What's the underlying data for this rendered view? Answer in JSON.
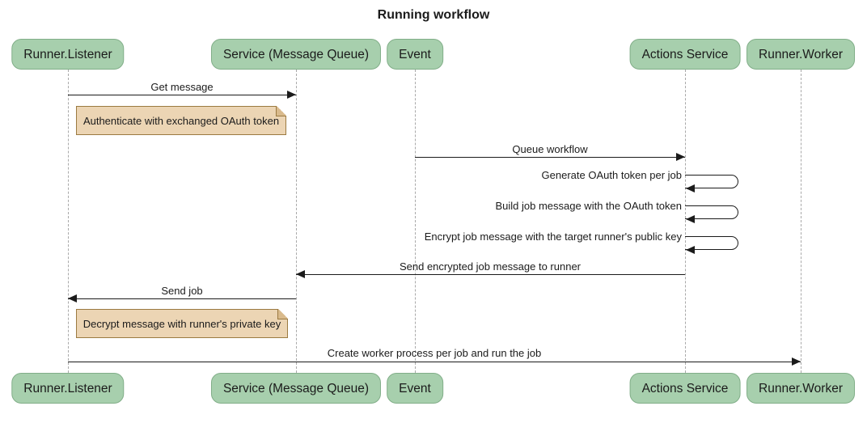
{
  "title": "Running workflow",
  "participants": [
    {
      "id": "runner-listener",
      "label": "Runner.Listener"
    },
    {
      "id": "service-message-queue",
      "label": "Service (Message Queue)"
    },
    {
      "id": "event",
      "label": "Event"
    },
    {
      "id": "actions-service",
      "label": "Actions Service"
    },
    {
      "id": "runner-worker",
      "label": "Runner.Worker"
    }
  ],
  "messages": [
    {
      "from": "Runner.Listener",
      "to": "Service (Message Queue)",
      "text": "Get message",
      "kind": "arrow-right"
    },
    {
      "from": "Event",
      "to": "Actions Service",
      "text": "Queue workflow",
      "kind": "arrow-right"
    },
    {
      "from": "Actions Service",
      "to": "Actions Service",
      "text": "Generate OAuth token per job",
      "kind": "self"
    },
    {
      "from": "Actions Service",
      "to": "Actions Service",
      "text": "Build job message with the OAuth token",
      "kind": "self"
    },
    {
      "from": "Actions Service",
      "to": "Actions Service",
      "text": "Encrypt job message with the target runner's public key",
      "kind": "self"
    },
    {
      "from": "Actions Service",
      "to": "Service (Message Queue)",
      "text": "Send encrypted job message to runner",
      "kind": "arrow-left"
    },
    {
      "from": "Service (Message Queue)",
      "to": "Runner.Listener",
      "text": "Send job",
      "kind": "arrow-left"
    },
    {
      "from": "Runner.Listener",
      "to": "Runner.Worker",
      "text": "Create worker process per job and run the job",
      "kind": "arrow-right"
    }
  ],
  "notes": [
    {
      "over": "Runner.Listener",
      "text": "Authenticate with exchanged OAuth token"
    },
    {
      "over": "Runner.Listener",
      "text": "Decrypt message with runner's private key"
    }
  ],
  "colors": {
    "actor_fill": "#a7cfad",
    "actor_border": "#81ae88",
    "note_fill": "#ecd5b4",
    "note_border": "#9b7a41",
    "note_fold": "#d9ba8c",
    "lifeline": "#a9a9a9",
    "line": "#1b1b1b",
    "text": "#1b1b1b"
  }
}
